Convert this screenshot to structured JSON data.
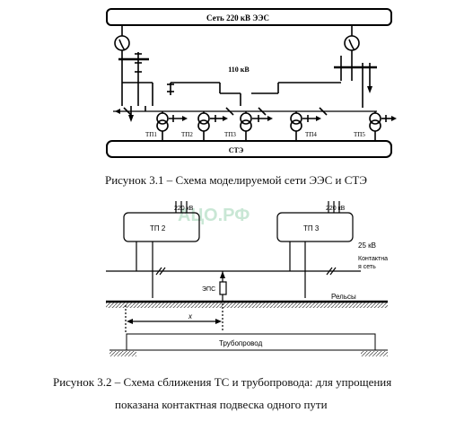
{
  "figure1": {
    "bus_top_label": "Сеть 220 кВ ЭЭС",
    "bus_mid_label": "110 кВ",
    "bus_bottom_label": "СТЭ",
    "substations": [
      "ТП1",
      "ТП2",
      "ТП3",
      "ТП4",
      "ТП5"
    ],
    "caption": "Рисунок 3.1 – Схема моделируемой сети ЭЭС и СТЭ"
  },
  "figure2": {
    "tp_left": "ТП 2",
    "tp_right": "ТП 3",
    "voltage_220_left": "220 кВ",
    "voltage_220_right": "220 кВ",
    "voltage_25": "25 кВ",
    "catenary_line1": "Контактна",
    "catenary_line2": "я сеть",
    "eps_label": "ЭПС",
    "rails_label": "Рельсы",
    "distance_label": "x",
    "pipeline_label": "Трубопровод",
    "caption_line1": "Рисунок 3.2 – Схема сближения ТС и трубопровода: для упрощения",
    "caption_line2": "показана контактная подвеска одного пути"
  },
  "watermark": "АЦО.РФ"
}
